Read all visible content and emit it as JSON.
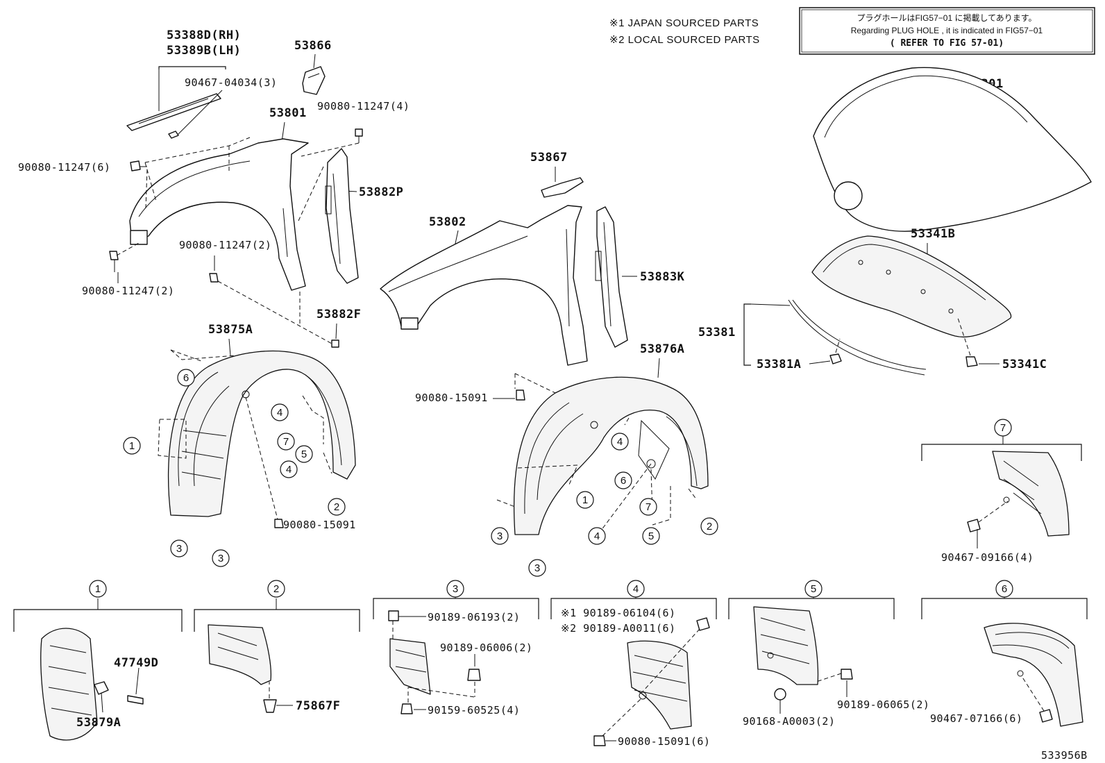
{
  "notes": {
    "japan": "※1 JAPAN SOURCED PARTS",
    "local": "※2 LOCAL SOURCED PARTS"
  },
  "refer_box": {
    "line1": "プラグホールはFIG57−01 に掲載してあります。",
    "line2": "Regarding  PLUG HOLE , it is indicated in FIG57−01",
    "line3": "( REFER TO FIG 57-01)"
  },
  "labels": {
    "p53388D": "53388D(RH)",
    "p53389B": "53389B(LH)",
    "p53866": "53866",
    "p90467_04034": "90467-04034(3)",
    "p90080_11247_4": "90080-11247(4)",
    "p53801": "53801",
    "p90080_11247_6": "90080-11247(6)",
    "p53882P": "53882P",
    "p90080_11247_2a": "90080-11247(2)",
    "p90080_11247_2b": "90080-11247(2)",
    "p53882F": "53882F",
    "p53875A": "53875A",
    "p90080_15091_a": "90080-15091",
    "p90080_15091_b": "90080-15091",
    "p53867": "53867",
    "p53802": "53802",
    "p53883K": "53883K",
    "p53876A": "53876A",
    "p53301": "53301",
    "p53341B": "53341B",
    "p53381": "53381",
    "p53381A": "53381A",
    "p53341C": "53341C",
    "p90467_09166": "90467-09166(4)",
    "p47749D": "47749D",
    "p53879A": "53879A",
    "p75867F": "75867F",
    "p90189_06193": "90189-06193(2)",
    "p90189_06006": "90189-06006(2)",
    "p90159_60525": "90159-60525(4)",
    "p90189_06104": "※1 90189-06104(6)",
    "p90189_A0011": "※2 90189-A0011(6)",
    "p90080_15091_6": "90080-15091(6)",
    "p90189_06065": "90189-06065(2)",
    "p90168_A0003": "90168-A0003(2)",
    "p90467_07166": "90467-07166(6)",
    "fig_id": "533956B"
  },
  "callouts": [
    "1",
    "2",
    "3",
    "4",
    "5",
    "6",
    "7"
  ]
}
